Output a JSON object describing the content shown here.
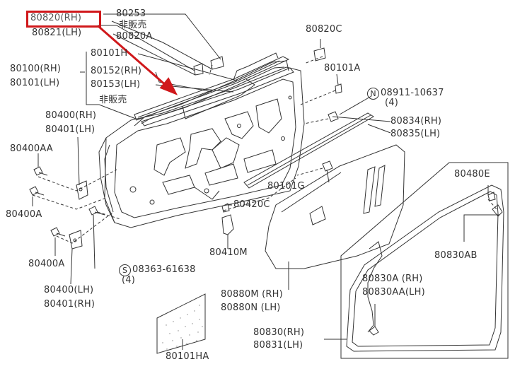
{
  "labels": {
    "p80820_rh": "80820(RH)",
    "p80821_lh": "80821(LH)",
    "p80253": "80253",
    "hihanbai_1": "非販売",
    "p80820a": "80820A",
    "p80820c": "80820C",
    "p80101h": "80101H",
    "p80152_rh": "80152(RH)",
    "p80153_lh": "80153(LH)",
    "hihanbai_2": "非販売",
    "p80100_rh": "80100(RH)",
    "p80101_lh": "80101(LH)",
    "p80101a": "80101A",
    "n_symbol": "N",
    "p08911": "08911-10637",
    "qty_4a": "(4)",
    "p80834_rh": "80834(RH)",
    "p80835_lh": "80835(LH)",
    "p80400_rh": "80400(RH)",
    "p80401_lh": "80401(LH)",
    "p80400aa": "80400AA",
    "p80101g": "80101G",
    "p80400a_1": "80400A",
    "p80420c": "80420C",
    "p80410m": "80410M",
    "p80480e": "80480E",
    "p80400a_2": "80400A",
    "s_symbol": "S",
    "p08363": "08363-61638",
    "qty_4b": "(4)",
    "p80830ab": "80830AB",
    "p80400_lh": "80400(LH)",
    "p80401_rh": "80401(RH)",
    "p80880m_rh": "80880M (RH)",
    "p80880n_lh": "80880N (LH)",
    "p80830a_rh": "80830A (RH)",
    "p80830aa_lh": "80830AA(LH)",
    "p80830_rh": "80830(RH)",
    "p80831_lh": "80831(LH)",
    "p80101ha": "80101HA"
  },
  "colors": {
    "line": "#333333",
    "highlight": "#d0181b"
  }
}
